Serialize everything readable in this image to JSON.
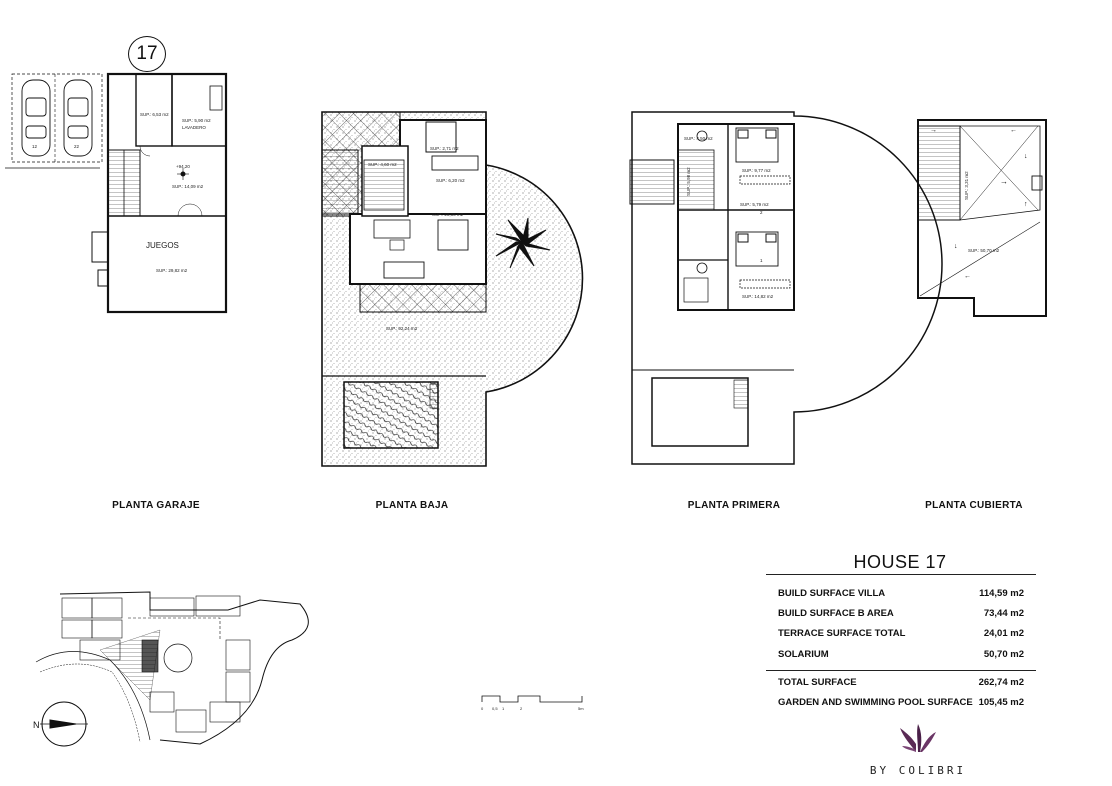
{
  "plan_number": "17",
  "plans": {
    "garage": {
      "title": "PLANTA GARAJE",
      "rooms": {
        "r1": "SUP.: 6,53 m2",
        "r2": "SUP.: 5,90 m2",
        "r2_name": "LAVADERO",
        "r3": "SUP.: 14,09 m2",
        "level": "+94,20",
        "games_name": "JUEGOS",
        "games": "SUP.: 29,82 m2",
        "car1": "12",
        "car2": "22"
      }
    },
    "ground": {
      "title": "PLANTA BAJA",
      "rooms": {
        "a": "SUP.: 2,71 m2",
        "b": "SUP.: 4,60 m2",
        "c": "SUP.: 6,20 m2",
        "d": "SUP.: 28,36 m2",
        "garden": "SUP.: 92,24 m2"
      }
    },
    "first": {
      "title": "PLANTA PRIMERA",
      "rooms": {
        "a": "SUP.: 4,50 m2",
        "b": "SUP.: 9,77 m2",
        "c": "SUP.: 5,98 m2",
        "d": "SUP.: 5,79 m2",
        "e": "SUP.: 14,82 m2",
        "n1": "2",
        "n2": "1"
      }
    },
    "roof": {
      "title": "PLANTA CUBIERTA",
      "rooms": {
        "a": "SUP.: 50,70 m2",
        "b": "SUP.: 3,31 m2"
      }
    }
  },
  "scale_bar": {
    "l0": "0",
    "l1": "0,5",
    "l2": "1",
    "l3": "2",
    "l4": "5m"
  },
  "north_label": "N",
  "summary": {
    "title": "HOUSE 17",
    "rows": [
      {
        "label": "BUILD SURFACE VILLA",
        "value": "114,59 m2"
      },
      {
        "label": "BUILD SURFACE B AREA",
        "value": "73,44 m2"
      },
      {
        "label": "TERRACE SURFACE TOTAL",
        "value": "24,01 m2"
      },
      {
        "label": "SOLARIUM",
        "value": "50,70 m2"
      }
    ],
    "totals": [
      {
        "label": "TOTAL SURFACE",
        "value": "262,74 m2"
      },
      {
        "label": "GARDEN AND SWIMMING POOL SURFACE",
        "value": "105,45 m2"
      }
    ]
  },
  "brand": "BY COLIBRI",
  "colors": {
    "line": "#111111",
    "logo": "#5a2a55",
    "highlight": "#555555"
  }
}
